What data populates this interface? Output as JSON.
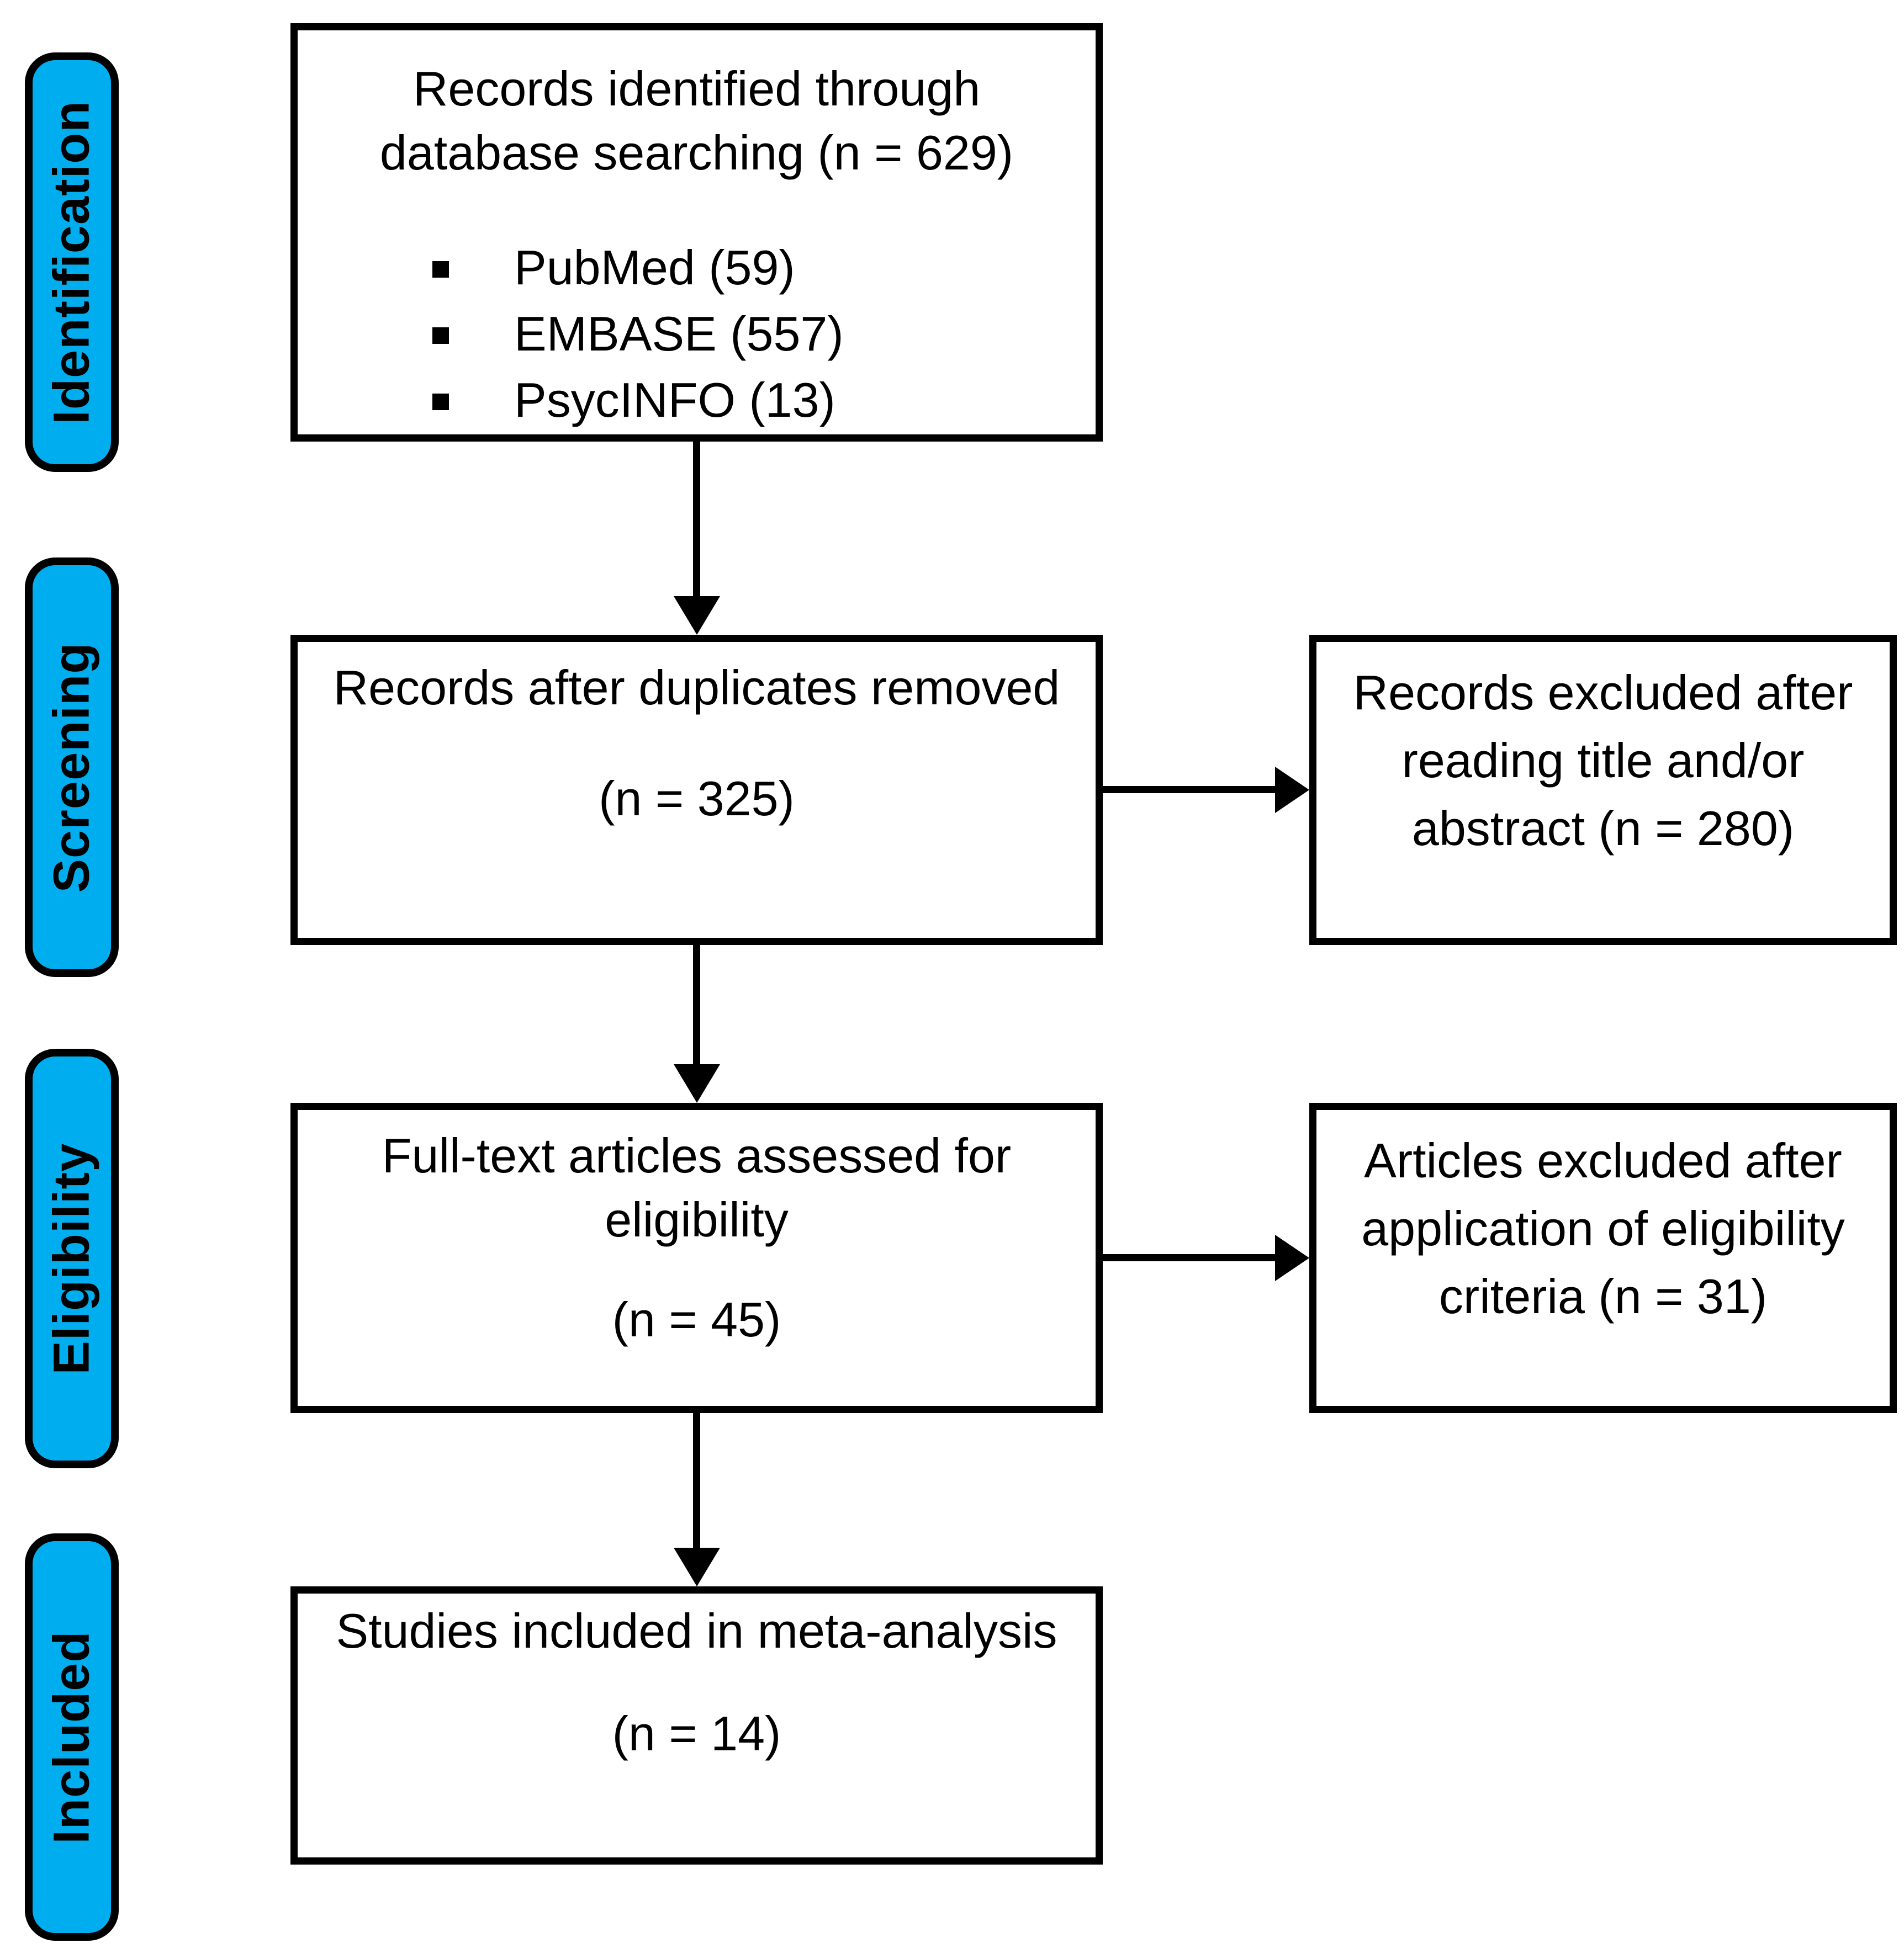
{
  "colors": {
    "stage_fill": "#00AEEF",
    "stroke": "#000000",
    "background": "#FFFFFF"
  },
  "icons": {
    "arrow_down": "▼",
    "arrow_right": "▶",
    "bullet_square": "▪"
  },
  "stages": [
    {
      "label": "Identification"
    },
    {
      "label": "Screening"
    },
    {
      "label": "Eligibility"
    },
    {
      "label": "Included"
    }
  ],
  "boxes": {
    "identification": {
      "lines": [
        "Records identified through",
        "database searching (n = 629)"
      ],
      "bullets": [
        "PubMed (59)",
        "EMBASE (557)",
        "PsycINFO (13)"
      ]
    },
    "screening": {
      "lines": [
        "Records after duplicates removed",
        "(n = 325)"
      ]
    },
    "screening_excluded": {
      "lines": [
        "Records excluded after",
        "reading title and/or",
        "abstract (n = 280)"
      ]
    },
    "eligibility": {
      "lines": [
        "Full-text articles assessed for",
        "eligibility",
        "(n = 45)"
      ]
    },
    "eligibility_excluded": {
      "lines": [
        "Articles excluded after",
        "application of eligibility",
        "criteria (n = 31)"
      ]
    },
    "included": {
      "lines": [
        "Studies included in meta-analysis",
        "(n = 14)"
      ]
    }
  }
}
